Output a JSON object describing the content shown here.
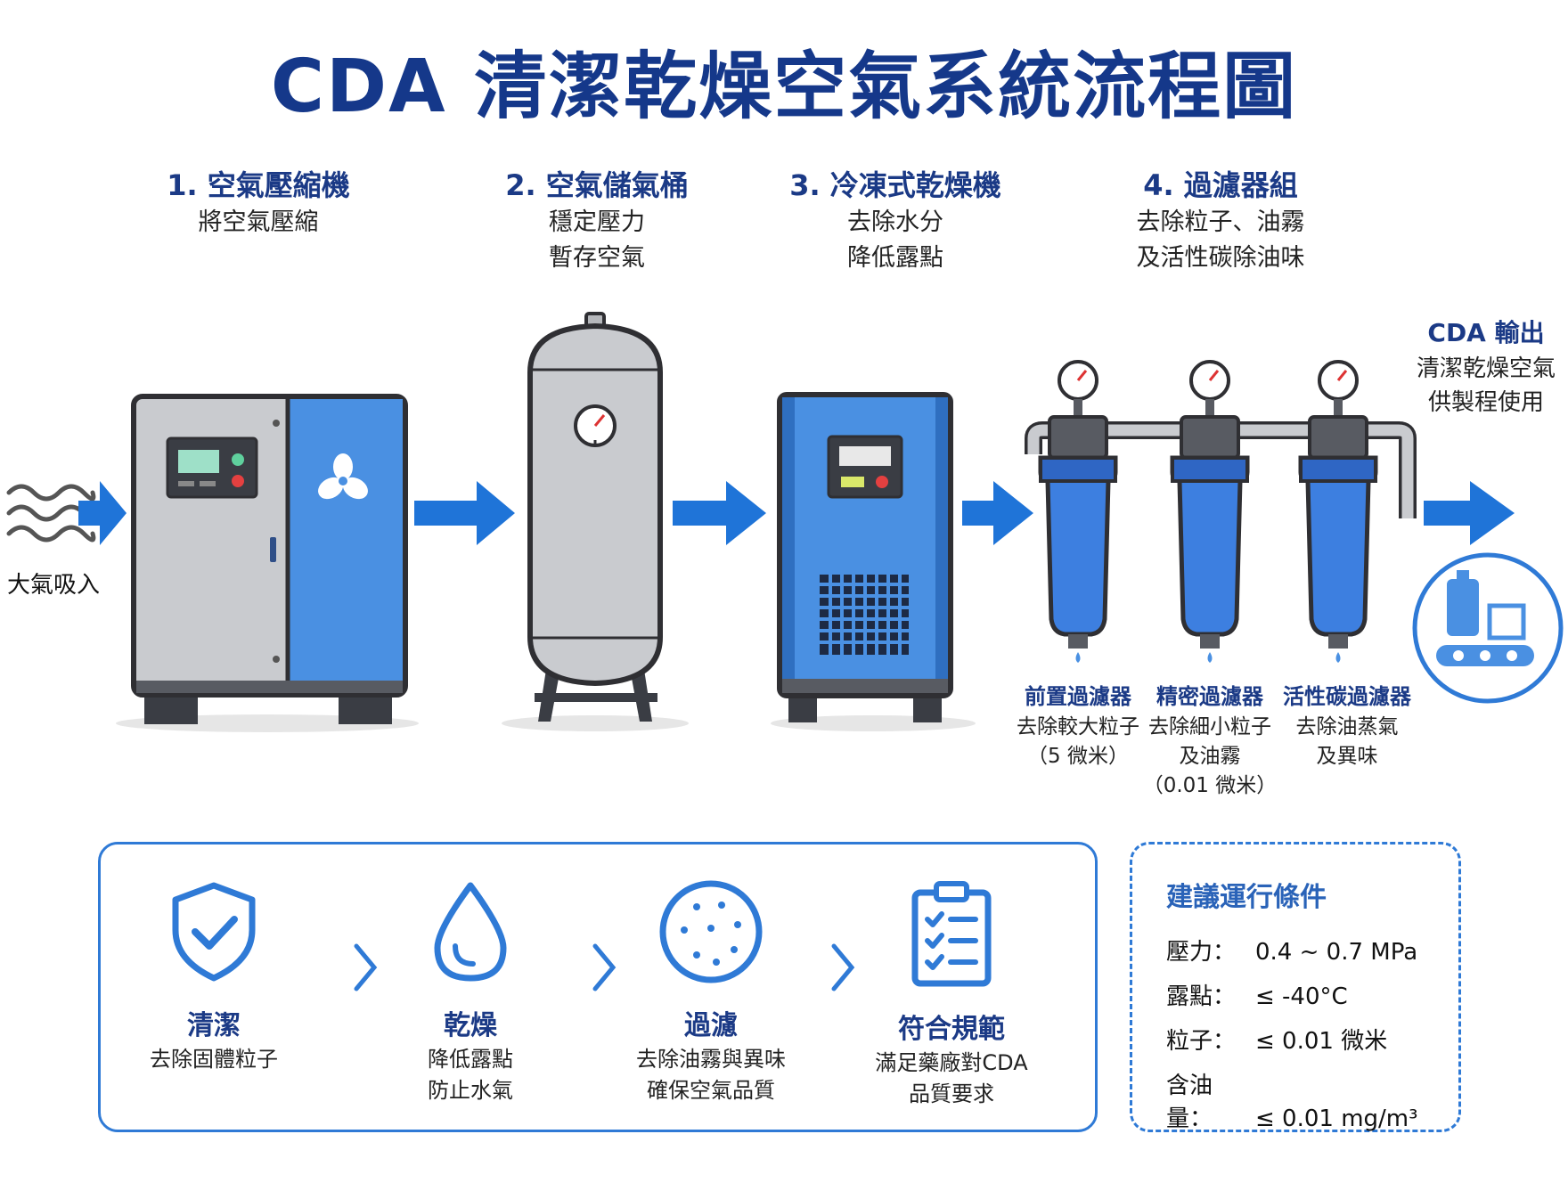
{
  "title": "CDA 清潔乾燥空氣系統流程圖",
  "steps": [
    {
      "title": "1. 空氣壓縮機",
      "desc1": "將空氣壓縮",
      "desc2": ""
    },
    {
      "title": "2. 空氣儲氣桶",
      "desc1": "穩定壓力",
      "desc2": "暫存空氣"
    },
    {
      "title": "3. 冷凍式乾燥機",
      "desc1": "去除水分",
      "desc2": "降低露點"
    },
    {
      "title": "4. 過濾器組",
      "desc1": "去除粒子、油霧",
      "desc2": "及活性碳除油味"
    }
  ],
  "intake_label": "大氣吸入",
  "output": {
    "title": "CDA 輸出",
    "desc1": "清潔乾燥空氣",
    "desc2": "供製程使用"
  },
  "filters": [
    {
      "name": "前置過濾器",
      "d1": "去除較大粒子",
      "d2": "（5 微米）",
      "d3": ""
    },
    {
      "name": "精密過濾器",
      "d1": "去除細小粒子",
      "d2": "及油霧",
      "d3": "（0.01 微米）"
    },
    {
      "name": "活性碳過濾器",
      "d1": "去除油蒸氣",
      "d2": "及異味",
      "d3": ""
    }
  ],
  "benefits": [
    {
      "icon": "shield-check-icon",
      "name": "清潔",
      "d1": "去除固體粒子",
      "d2": ""
    },
    {
      "icon": "water-drop-icon",
      "name": "乾燥",
      "d1": "降低露點",
      "d2": "防止水氣"
    },
    {
      "icon": "filter-dots-icon",
      "name": "過濾",
      "d1": "去除油霧與異味",
      "d2": "確保空氣品質"
    },
    {
      "icon": "clipboard-checklist-icon",
      "name": "符合規範",
      "d1": "滿足藥廠對CDA",
      "d2": "品質要求"
    }
  ],
  "conditions": {
    "title": "建議運行條件",
    "rows": [
      {
        "key": "壓力：",
        "value": "0.4 ~ 0.7 MPa"
      },
      {
        "key": "露點：",
        "value": "≤  -40°C"
      },
      {
        "key": "粒子：",
        "value": "≤  0.01 微米"
      },
      {
        "key": "含油量：",
        "value": "≤  0.01 mg/m³"
      }
    ]
  },
  "colors": {
    "navy": "#15388a",
    "blue": "#2f7ad6",
    "arrow": "#1f74d8",
    "gray": "#c9cbcf"
  }
}
